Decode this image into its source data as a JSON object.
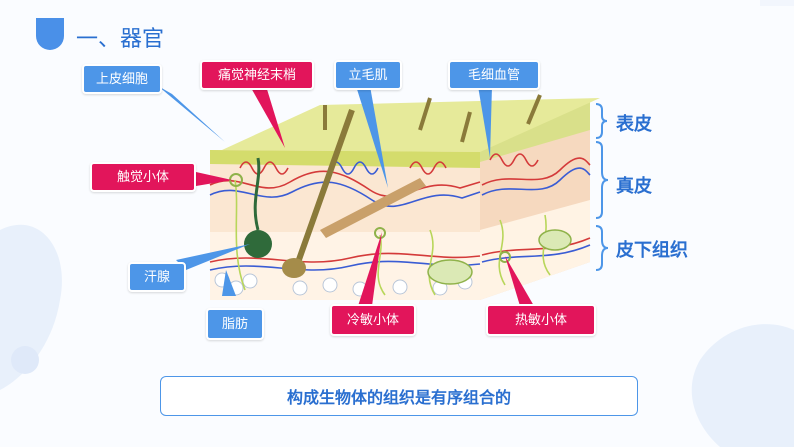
{
  "header": {
    "title": "一、器官"
  },
  "labels": {
    "epidermal_cell": "上皮细胞",
    "pain_nerve_ending": "痛觉神经末梢",
    "arrector_pili": "立毛肌",
    "capillary": "毛细血管",
    "touch_corpuscle": "触觉小体",
    "sweat_gland": "汗腺",
    "fat": "脂肪",
    "cold_corpuscle": "冷敏小体",
    "heat_corpuscle": "热敏小体"
  },
  "layers": {
    "epidermis": "表皮",
    "dermis": "真皮",
    "subcutaneous": "皮下组织"
  },
  "conclusion": "构成生物体的组织是有序组合的",
  "colors": {
    "accent_blue": "#4d96e8",
    "accent_red": "#e2155b",
    "title_blue": "#2a6fd0",
    "epidermis_yellow": "#e6ea9a",
    "dermis_pink": "#fbe7d2"
  }
}
